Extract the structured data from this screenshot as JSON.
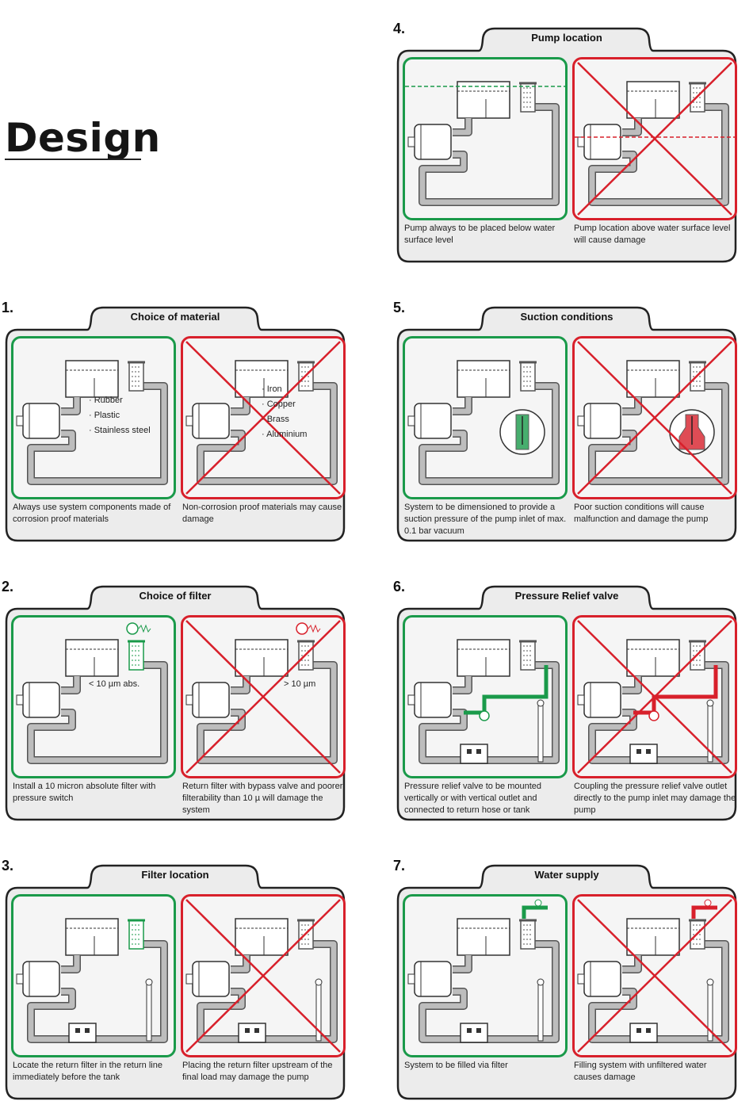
{
  "header": {
    "title": "Design"
  },
  "sections": {
    "s1": {
      "number": "1.",
      "title": "Choice of material",
      "good": {
        "caption": "Always use system components made of corrosion proof materials",
        "labels": [
          "· Rubber",
          "· Plastic",
          "· Stainless steel"
        ]
      },
      "bad": {
        "caption": "Non-corrosion proof materials may cause damage",
        "labels": [
          "· Iron",
          "· Copper",
          "· Brass",
          "· Aluminium"
        ]
      }
    },
    "s2": {
      "number": "2.",
      "title": "Choice of filter",
      "good": {
        "caption": "Install a 10 micron absolute filter with pressure switch",
        "label": "< 10 µm abs."
      },
      "bad": {
        "caption": "Return filter with bypass valve and poorer filterability than 10 µ will damage the system",
        "label": "> 10 µm"
      }
    },
    "s3": {
      "number": "3.",
      "title": "Filter location",
      "good": {
        "caption": "Locate the return filter in the return line immediately before the tank"
      },
      "bad": {
        "caption": "Placing the return filter upstream of the final load may damage the pump"
      }
    },
    "s4": {
      "number": "4.",
      "title": "Pump location",
      "good": {
        "caption": "Pump always to be placed below water surface level"
      },
      "bad": {
        "caption": "Pump location above water surface level will cause damage"
      }
    },
    "s5": {
      "number": "5.",
      "title": "Suction conditions",
      "good": {
        "caption": "System to be dimensioned to provide a suction pressure of the pump inlet of max. 0.1 bar vacuum"
      },
      "bad": {
        "caption": "Poor suction conditions will cause malfunction and damage the pump"
      }
    },
    "s6": {
      "number": "6.",
      "title": "Pressure Relief valve",
      "good": {
        "caption": "Pressure relief valve to be mounted vertically or with vertical outlet and connected to return hose or tank"
      },
      "bad": {
        "caption": "Coupling the pressure relief valve outlet directly to the pump inlet may damage the pump"
      }
    },
    "s7": {
      "number": "7.",
      "title": "Water supply",
      "good": {
        "caption": "System to be filled via filter"
      },
      "bad": {
        "caption": "Filling system with unfiltered water causes damage"
      }
    }
  },
  "colors": {
    "good": "#1a9a4a",
    "bad": "#d8202b",
    "pipe": "#b8b8b8",
    "frame": "#222222"
  }
}
